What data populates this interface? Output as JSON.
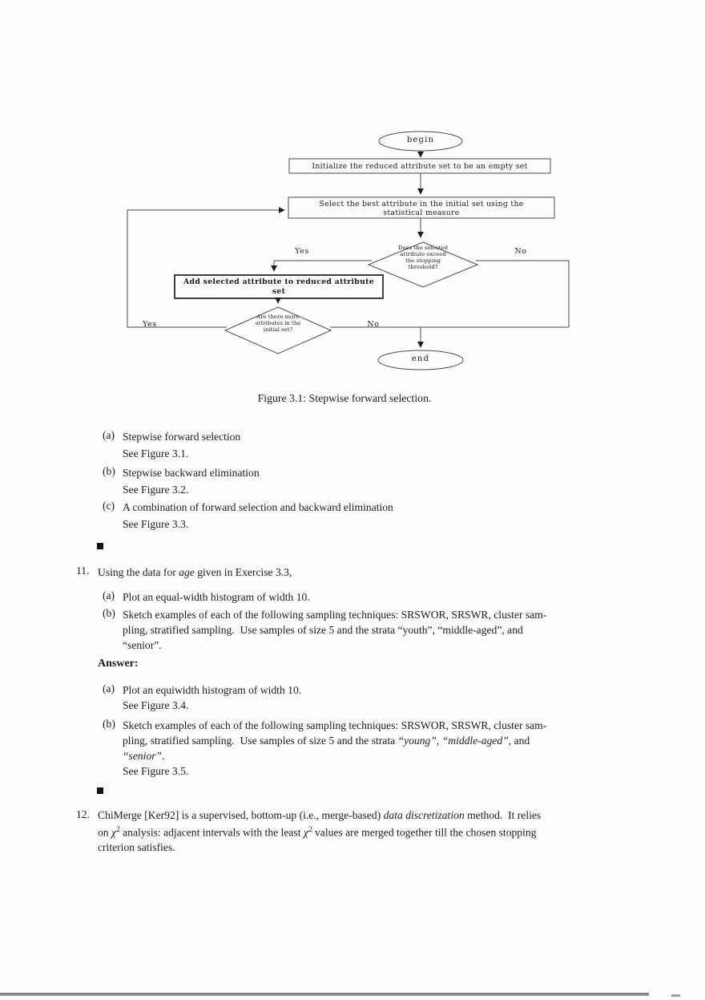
{
  "figure": {
    "caption": "Figure 3.1: Stepwise forward selection.",
    "flowchart": {
      "begin": "begin",
      "end": "end",
      "init_box": "Initialize the reduced attribute set to be an empty set",
      "select_box_line1": "Select the best attribute in the initial set using the",
      "select_box_line2": "statistical measure",
      "threshold_line1": "Does the selected",
      "threshold_line2": "attribute exceed",
      "threshold_line3": "the stopping",
      "threshold_line4": "threshold?",
      "add_box_line1": "Add selected attribute to reduced attribute",
      "add_box_line2": "set",
      "more_line1": "Are there more",
      "more_line2": "attributes in the",
      "more_line3": "initial set?",
      "yes1": "Yes",
      "no1": "No",
      "yes2": "Yes",
      "no2": "No"
    }
  },
  "answer10": {
    "a_label": "(a)",
    "a_text": "Stepwise forward selection",
    "a_see": "See Figure 3.1.",
    "b_label": "(b)",
    "b_text": "Stepwise backward elimination",
    "b_see": "See Figure 3.2.",
    "c_label": "(c)",
    "c_text": "A combination of forward selection and backward elimination",
    "c_see": "See Figure 3.3."
  },
  "q11": {
    "number": "11.",
    "intro_pre": "Using the data for ",
    "intro_em": "age",
    "intro_post": " given in Exercise 3.3,",
    "a_label": "(a)",
    "a_text": "Plot an equal-width histogram of width 10.",
    "b_label": "(b)",
    "b_line1": "Sketch examples of each of the following sampling techniques: SRSWOR, SRSWR, cluster sam-",
    "b_line2": "pling, stratified sampling.  Use samples of size 5 and the strata “youth”, “middle-aged”, and",
    "b_line3": "“senior”.",
    "answer_heading": "Answer:",
    "ansa_label": "(a)",
    "ansa_text": "Plot an equiwidth histogram of width 10.",
    "ansa_see": "See Figure 3.4.",
    "ansb_label": "(b)",
    "ansb_line1": "Sketch examples of each of the following sampling techniques: SRSWOR, SRSWR, cluster sam-",
    "ansb_line2_pre": "pling, stratified sampling.  Use samples of size 5 and the strata ",
    "ansb_line2_em1": "“young”",
    "ansb_line2_sep": ", ",
    "ansb_line2_em2": "“middle-aged”",
    "ansb_line2_post": ", and",
    "ansb_line3_em": "“senior”",
    "ansb_line3_post": ".",
    "ansb_see": "See Figure 3.5."
  },
  "q12": {
    "number": "12.",
    "line1_pre": "ChiMerge [Ker92] is a supervised, bottom-up (i.e., merge-based) ",
    "line1_em": "data discretization",
    "line1_post": " method.  It relies",
    "line2_pre": "on ",
    "chi": "χ",
    "chi_sup": "2",
    "line2_mid": " analysis: adjacent intervals with the least ",
    "line2_post": " values are merged together till the chosen stopping",
    "line3": "criterion satisfies."
  }
}
